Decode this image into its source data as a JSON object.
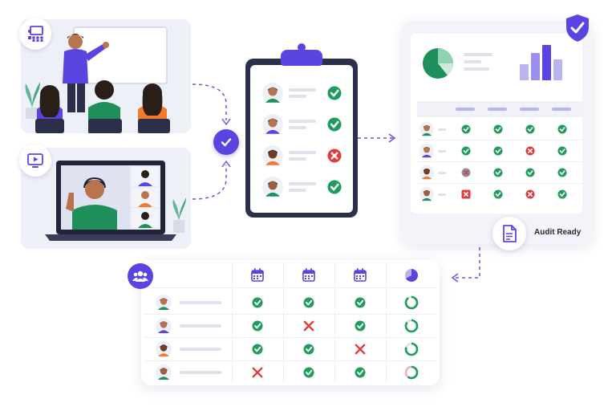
{
  "colors": {
    "accent": "#5b45e0",
    "success": "#1f9d5c",
    "error": "#e03c3c",
    "panel_bg": "#eef0f8",
    "bar": "#b9b3f0"
  },
  "scenes": [
    {
      "type": "in-person-training",
      "icon": "presentation-icon"
    },
    {
      "type": "virtual-training",
      "icon": "video-lesson-icon"
    }
  ],
  "connector_icon": "check-circle-icon",
  "checklist": {
    "items": [
      {
        "person": "man-avatar",
        "status": "check"
      },
      {
        "person": "woman-avatar",
        "status": "check"
      },
      {
        "person": "man-avatar",
        "status": "cross"
      },
      {
        "person": "woman-avatar",
        "status": "check"
      }
    ]
  },
  "report": {
    "badge_icon": "shield-check-icon",
    "label": "Audit Ready",
    "doc_icon": "document-icon",
    "rows": [
      [
        "check",
        "check",
        "check",
        "check"
      ],
      [
        "check",
        "check",
        "cross",
        "check"
      ],
      [
        "cross-grey",
        "check",
        "check",
        "check"
      ],
      [
        "cross-box",
        "check",
        "cross",
        "check"
      ]
    ]
  },
  "tracker": {
    "group_icon": "group-icon",
    "column_icons": [
      "calendar-icon",
      "calendar-icon",
      "calendar-icon",
      "pie-chart-icon"
    ],
    "rows": [
      {
        "cells": [
          "check",
          "check",
          "check"
        ],
        "progress": 0.9
      },
      {
        "cells": [
          "check",
          "cross",
          "check"
        ],
        "progress": 0.85
      },
      {
        "cells": [
          "check",
          "check",
          "cross"
        ],
        "progress": 0.8
      },
      {
        "cells": [
          "cross",
          "check",
          "check"
        ],
        "progress": 0.6
      }
    ]
  }
}
